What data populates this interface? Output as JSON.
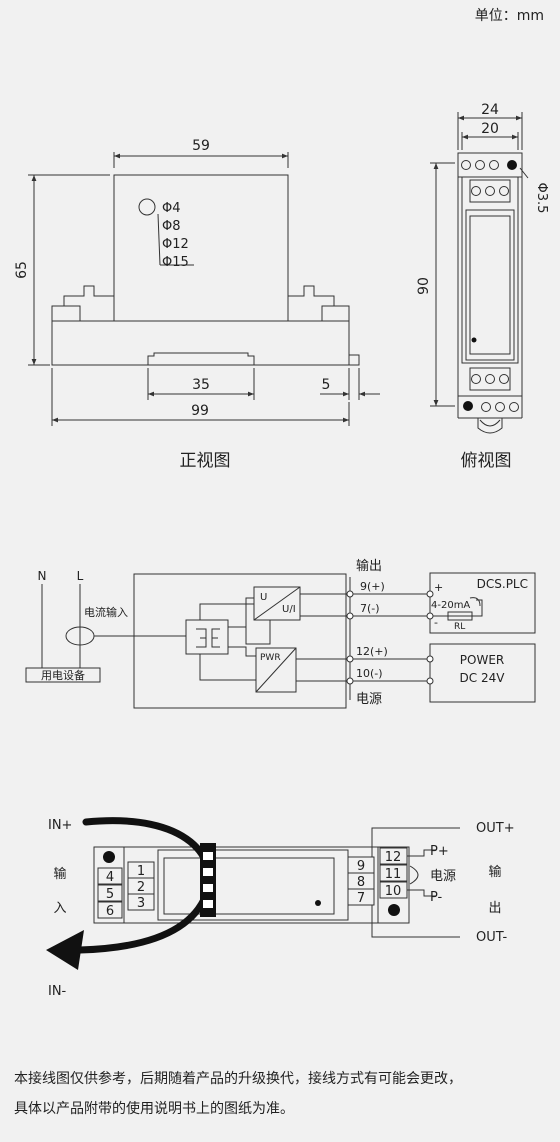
{
  "unit_label": "单位：mm",
  "front_view": {
    "caption": "正视图",
    "dim_width": "59",
    "dim_height": "65",
    "dim_rail": "35",
    "dim_total": "99",
    "dim_five": "5",
    "holes": [
      "Φ4",
      "Φ8",
      "Φ12",
      "Φ15"
    ]
  },
  "top_view": {
    "caption": "俯视图",
    "dim_24": "24",
    "dim_20": "20",
    "dim_90": "90",
    "dim_hole": "Φ3.5"
  },
  "wiring": {
    "n_label": "N",
    "l_label": "L",
    "current_input": "电流输入",
    "device": "用电设备",
    "output_title": "输出",
    "power_title": "电源",
    "u_label": "U",
    "ui_label": "U/I",
    "pwr_label": "PWR",
    "terminals": [
      "9(+)",
      "7(-)",
      "12(+)",
      "10(-)"
    ],
    "dcs_title": "DCS.PLC",
    "plus": "+",
    "minus": "-",
    "ma_label": "4-20mA",
    "rl_label": "RL",
    "power_box": [
      "POWER",
      "DC 24V"
    ]
  },
  "terminal_diagram": {
    "in_plus": "IN+",
    "in_minus": "IN-",
    "input_chars": [
      "输",
      "入"
    ],
    "output_chars": [
      "输",
      "出"
    ],
    "left_terminals": [
      "4",
      "5",
      "6"
    ],
    "input_terminals": [
      "1",
      "2",
      "3"
    ],
    "right_inner": [
      "9",
      "8",
      "7"
    ],
    "right_outer": [
      "12",
      "11",
      "10"
    ],
    "p_plus": "P+",
    "p_minus": "P-",
    "power": "电源",
    "out_plus": "OUT+",
    "out_minus": "OUT-"
  },
  "notes": [
    "本接线图仅供参考，后期随着产品的升级换代，接线方式有可能会更改，",
    "具体以产品附带的使用说明书上的图纸为准。"
  ]
}
